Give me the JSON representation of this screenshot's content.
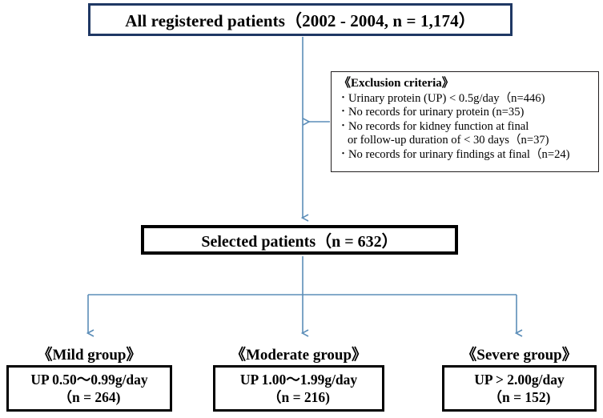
{
  "diagram": {
    "title_box": {
      "text": "All registered patients（2002 - 2004, n = 1,174）",
      "border_color": "#1F3864"
    },
    "exclusion_box": {
      "title": "《Exclusion criteria》",
      "items": [
        "Urinary protein (UP) < 0.5g/day（n=446)",
        "No records for urinary protein (n=35)",
        "No records for kidney function at final",
        "or follow-up duration of < 30 days（n=37)",
        "No records for urinary findings at final（n=24)"
      ],
      "border_color": "#231f20"
    },
    "selected_box": {
      "text": "Selected patients（n = 632）",
      "border_color": "#000000"
    },
    "groups": [
      {
        "label": "《Mild group》",
        "range": "UP 0.50～0.99g/day",
        "count": "（n = 264)"
      },
      {
        "label": "《Moderate group》",
        "range": "UP 1.00～1.99g/day",
        "count": "（n = 216)"
      },
      {
        "label": "《Severe group》",
        "range": "UP > 2.00g/day",
        "count": "（n = 152)"
      }
    ],
    "connector_color": "#5B8DB8"
  }
}
